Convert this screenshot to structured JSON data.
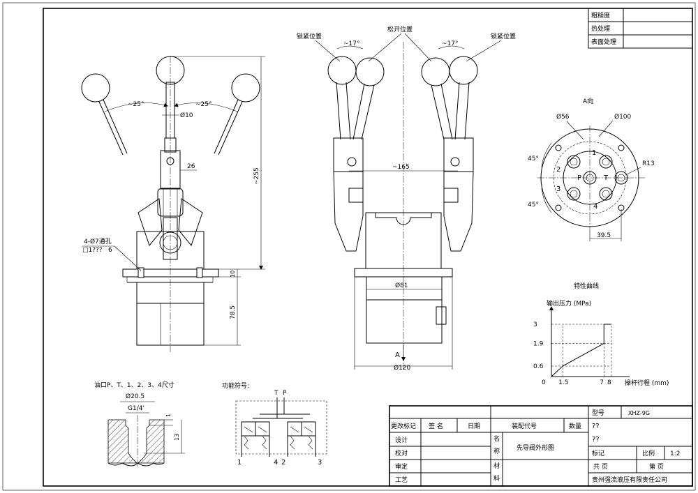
{
  "corner_table": {
    "rows": [
      "粗糙度",
      "热处理",
      "表面处理"
    ]
  },
  "left_view": {
    "angle_left": "~25°",
    "angle_right": "~25°",
    "dim_rod": "Ø10",
    "dim_26": "26",
    "dim_height": "~255",
    "dim_10": "10",
    "dim_78": "78.5",
    "hole_note_1": "4-Ø7通孔",
    "hole_note_2": "□1???",
    "hole_note_3": "6"
  },
  "middle_view": {
    "label_lock_left": "锁紧位置",
    "label_release": "松开位置",
    "label_lock_right": "锁紧位置",
    "angle_left": "~17°",
    "angle_right": "~17°",
    "dim_165": "~165",
    "dim_81": "Ø81",
    "dim_120": "Ø120",
    "arrow_a": "A"
  },
  "a_view": {
    "title": "A向",
    "dim_56": "Ø56",
    "dim_100": "Ø100",
    "dim_r13": "R13",
    "dim_45a": "45°",
    "dim_45b": "45°",
    "dim_39": "39.5",
    "port_1": "1",
    "port_2": "2",
    "port_3": "3",
    "port_4": "4",
    "port_p": "P",
    "port_t": "T"
  },
  "characteristic": {
    "title": "特性曲线",
    "ylabel": "输出压力 (MPa)",
    "xlabel": "操杆行程 (mm)"
  },
  "chart_data": {
    "type": "line",
    "title": "特性曲线",
    "xlabel": "操杆行程 (mm)",
    "ylabel": "输出压力 (MPa)",
    "x": [
      0,
      1.5,
      7,
      7,
      8
    ],
    "y": [
      0,
      0.6,
      1.9,
      3,
      3
    ],
    "x_ticks": [
      "0",
      "1.5",
      "7",
      "8"
    ],
    "y_ticks": [
      "0.6",
      "1.9",
      "3"
    ]
  },
  "port_detail": {
    "title": "油口P、T、1、2、3、4尺寸",
    "dim_20": "Ø20.5",
    "dim_g": "G1/4'",
    "dim_1": "1",
    "dim_13": "13"
  },
  "symbol": {
    "title": "功能符号:",
    "label_t": "T",
    "label_p": "P",
    "port_1": "1",
    "port_4": "4",
    "port_2": "2",
    "port_3": "3"
  },
  "title_block": {
    "col_change": "更改标记",
    "col_sign": "签 名",
    "col_date": "日期",
    "col_code": "装配代号",
    "col_qty": "数量",
    "row_design": "设计",
    "row_check": "校对",
    "row_review": "审定",
    "row_process": "工艺",
    "name_label_1": "名",
    "name_label_2": "称",
    "material_label_1": "材",
    "material_label_2": "料",
    "name_value": "先导阀外形图",
    "model_label": "型号",
    "model_value": "XHZ-9G",
    "q1": "??",
    "q2": "??",
    "mark_label": "标记",
    "scale_label": "比例",
    "scale_value": "1:2",
    "total_pages": "共     页",
    "page_no": "第     页",
    "company": "贵州强流液压有限责任公司"
  }
}
